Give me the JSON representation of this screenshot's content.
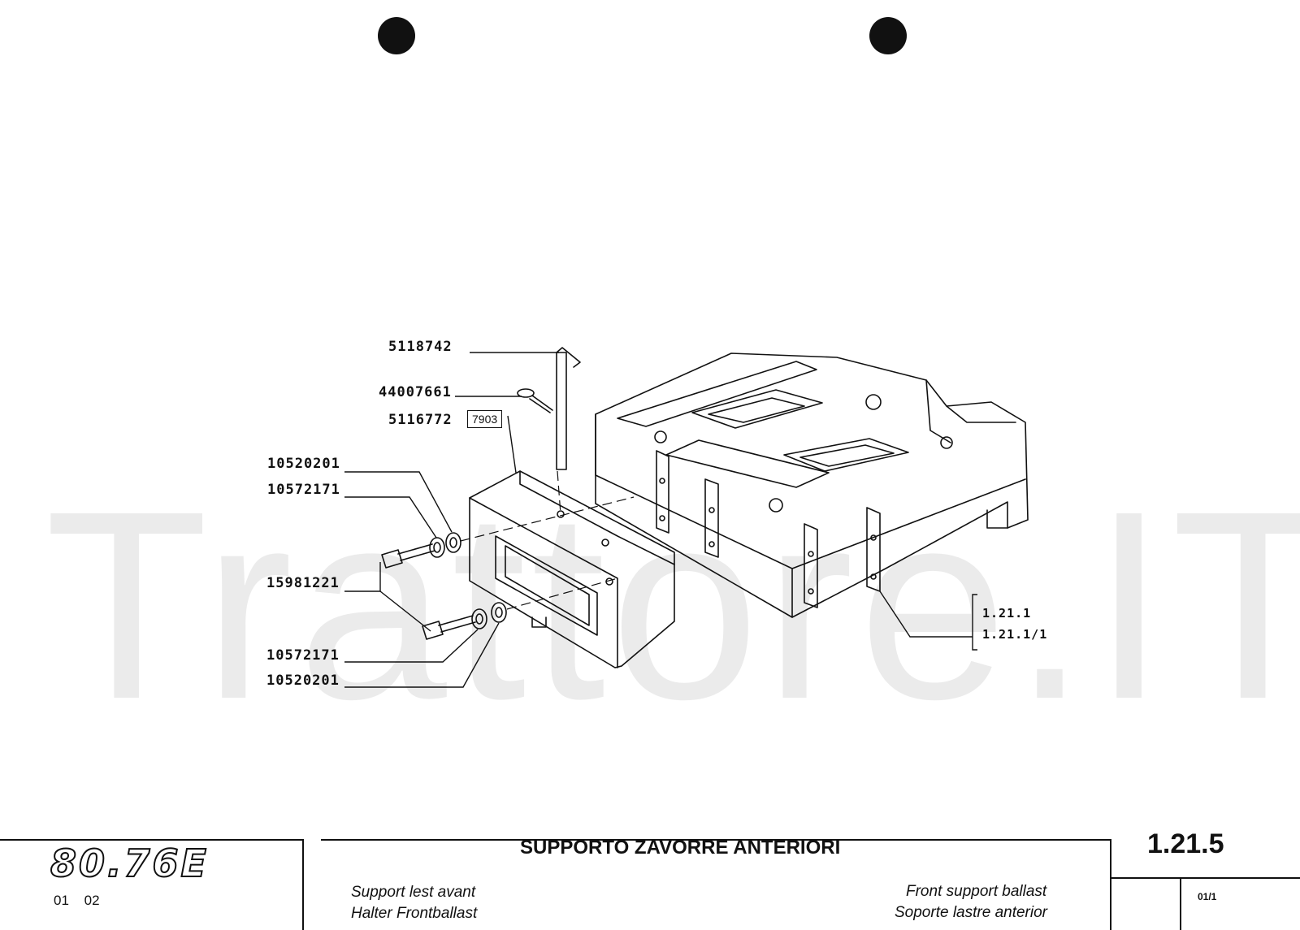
{
  "watermark": "Trattore.IT",
  "parts": {
    "p1": "5118742",
    "p2": "44007661",
    "p3": "5116772",
    "p3_box": "7903",
    "p4": "10520201",
    "p5": "10572171",
    "p6": "15981221",
    "p7": "10572171",
    "p8": "10520201"
  },
  "refs": [
    "1.21.1",
    "1.21.1/1"
  ],
  "footer": {
    "model": "80.76E",
    "sheet": "01 02",
    "title": "SUPPORTO ZAVORRE ANTERIORI",
    "fr": "Support lest avant",
    "de": "Halter Frontballast",
    "en": "Front support ballast",
    "es": "Soporte lastre anterior",
    "code": "1.21.5",
    "page": "01/1"
  }
}
